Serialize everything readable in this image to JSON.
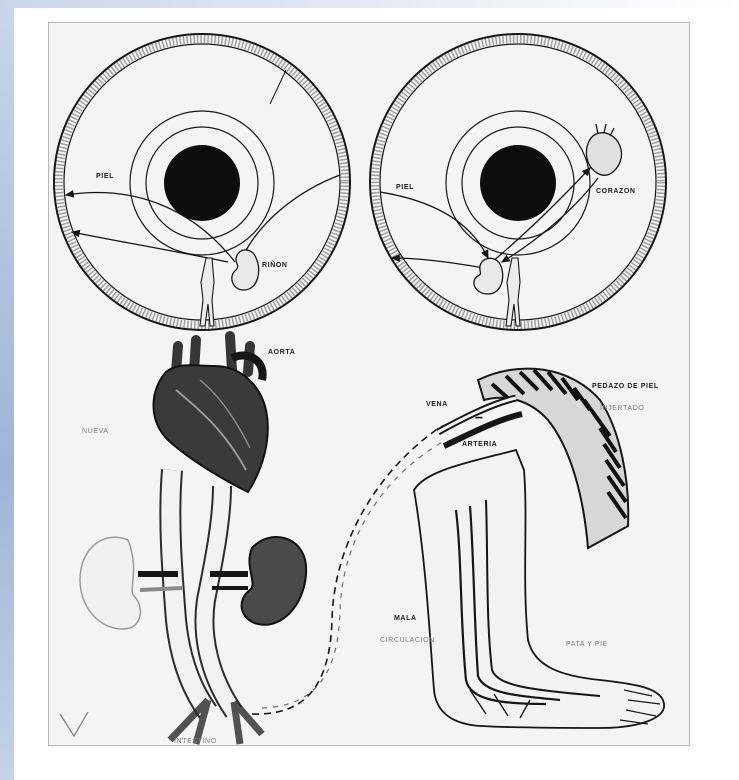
{
  "labels": {
    "left_piel": "PIEL",
    "rinon": "RIÑON",
    "right_piel": "PIEL",
    "corazon": "CORAZON",
    "aorta": "AORTA",
    "vena": "VENA",
    "pedazo_piel": "PEDAZO DE PIEL",
    "arteria": "ARTERIA",
    "injertado": "INJERTADO",
    "nueva": "NUEVA",
    "mala": "MALA",
    "circulacion": "CIRCULACION",
    "pata_pie": "PATA Y PIE",
    "intestino": "INTESTINO"
  },
  "colors": {
    "ink": "#161616",
    "paper": "#f4f4f2",
    "sidebar": "#9fb4d6"
  },
  "icons": [
    "heart-icon",
    "kidney-icon",
    "leg-icon",
    "human-figure-icon"
  ]
}
